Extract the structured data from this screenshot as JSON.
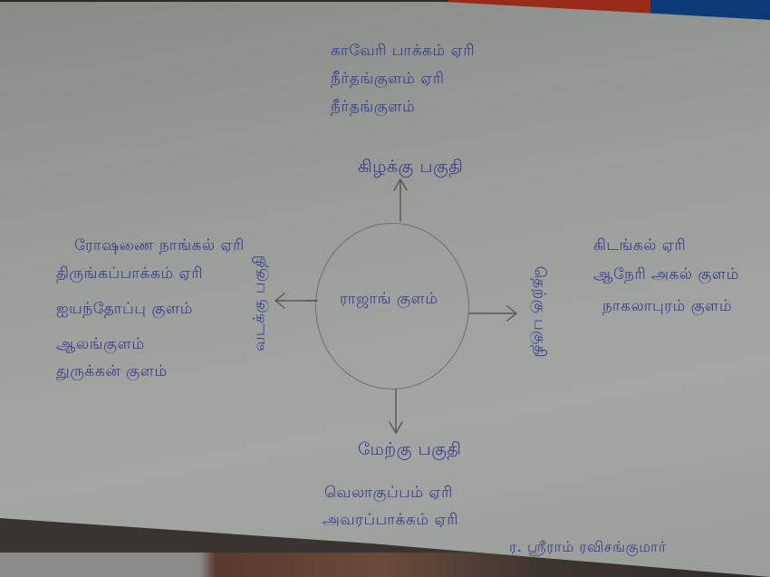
{
  "diagram": {
    "center": {
      "label": "ராஜாங் குளம்"
    },
    "north": {
      "heading": "கிழக்கு பகுதி",
      "items": [
        "காவேரி பாக்கம் ஏரி",
        "நீர்தங்குளம் ஏரி",
        "நீர்தங்குளம்"
      ]
    },
    "west": {
      "heading": "வடக்கு பகுதி",
      "items": [
        "ரோஷணை நாங்கல் ஏரி",
        "திருங்கப்பாக்கம் ஏரி",
        "ஐயந்தோப்பு குளம்",
        "ஆலங்குளம்",
        "துருக்கன் குளம்"
      ]
    },
    "east": {
      "heading": "தெற்கு பகுதி",
      "items": [
        "கிடங்கல் ஏரி",
        "ஆநேரி அகல் குளம்",
        "நாகலாபுரம் குளம்"
      ]
    },
    "south": {
      "heading": "மேற்கு பகுதி",
      "items": [
        "வெலாகுப்பம் ஏரி",
        "அவரப்பாக்கம் ஏரி"
      ]
    },
    "signature": "ர. ஸ்ரீராம் ரவிசங்குமார்"
  },
  "colors": {
    "ink": "#3a3e8a",
    "pencil": "#555955",
    "paper": "#9a9f9b"
  }
}
